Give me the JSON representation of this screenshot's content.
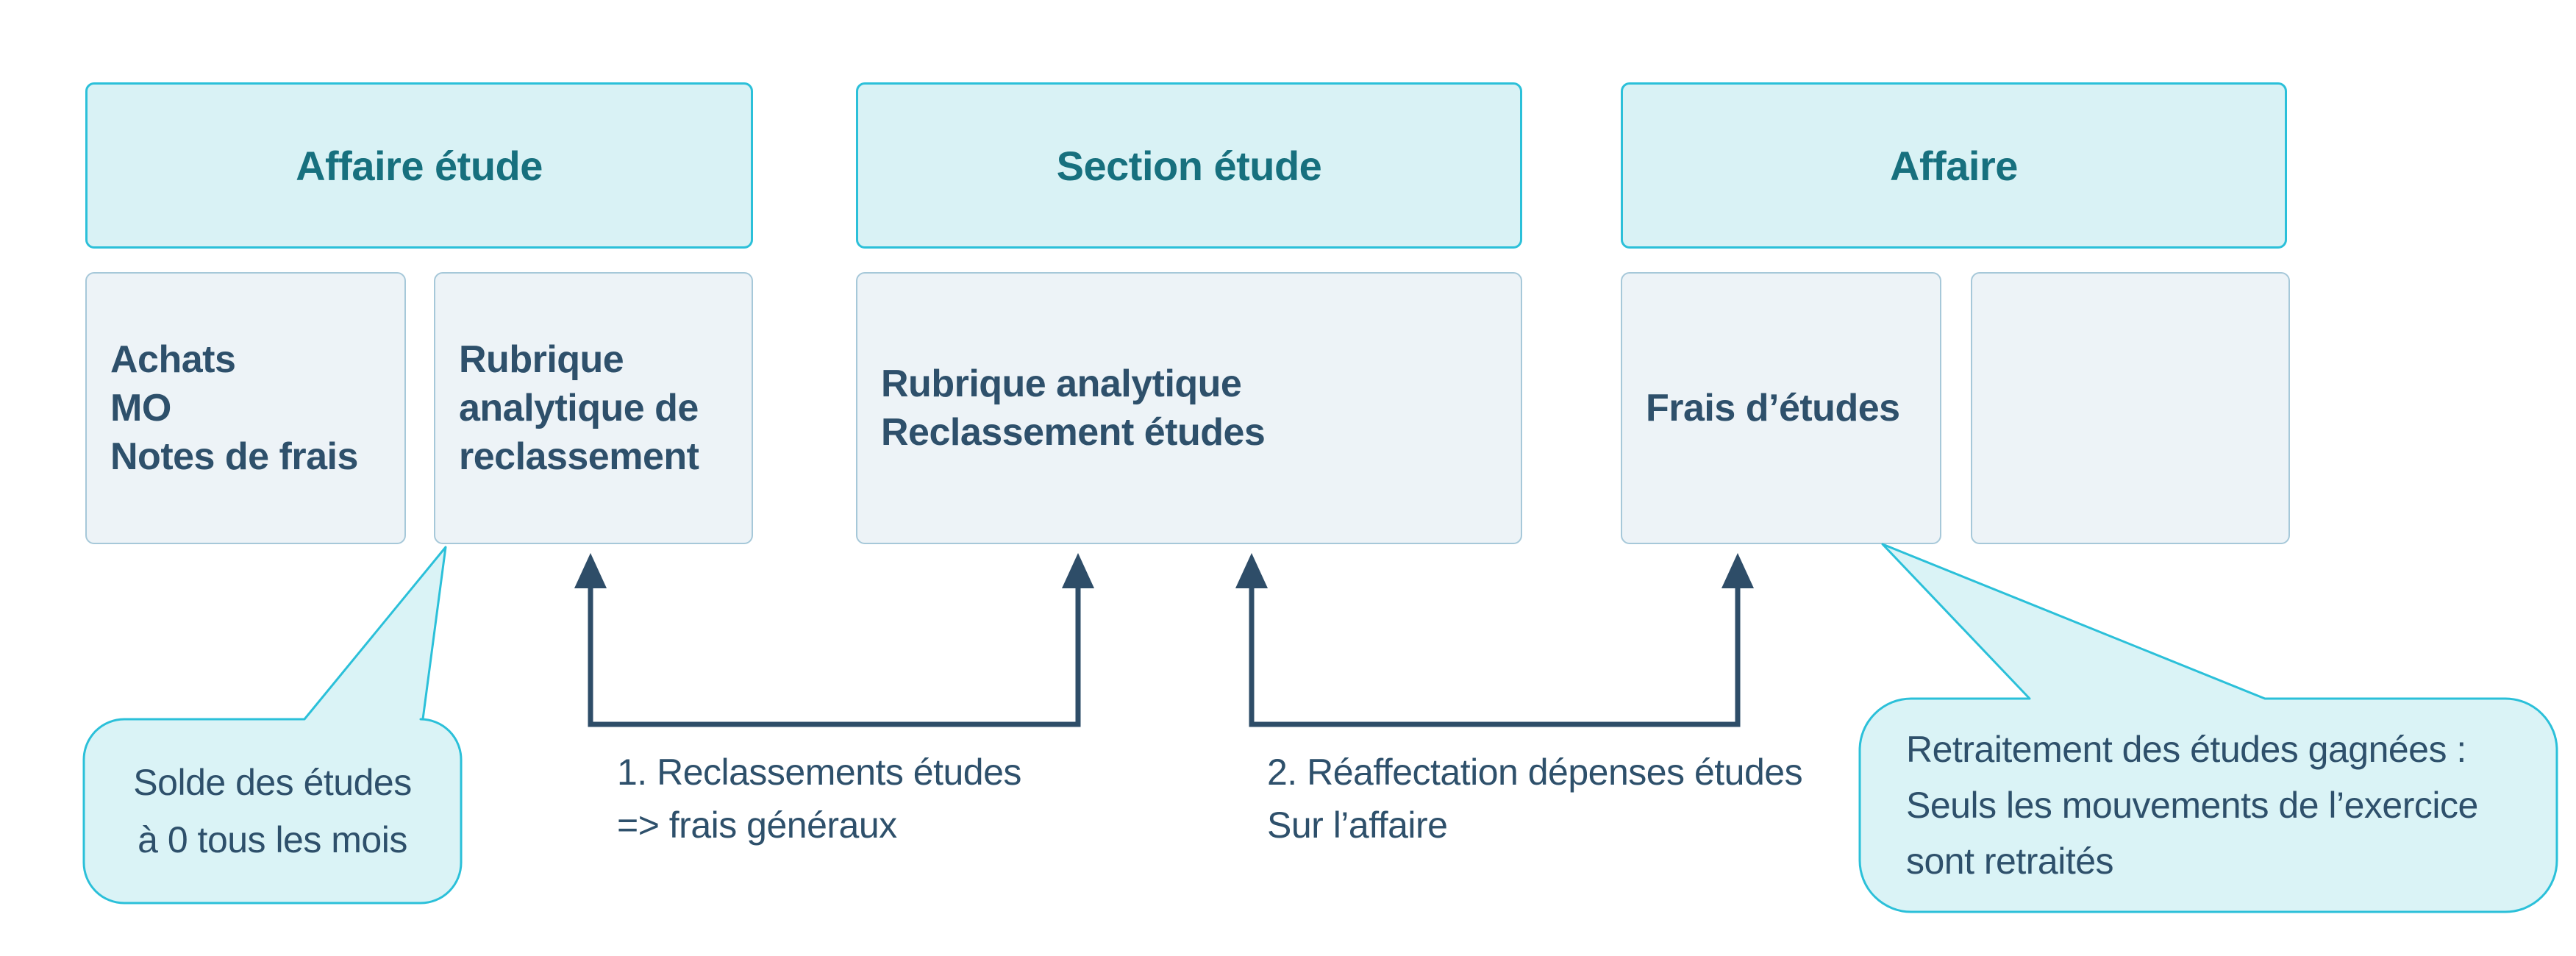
{
  "colors": {
    "accent_cyan_border": "#2bc0d9",
    "header_fill": "#d9f2f5",
    "header_text": "#17707e",
    "callout_fill": "#daf3f6",
    "box_fill": "#edf3f7",
    "box_border": "#a6c8d9",
    "dark_text": "#2e506b",
    "arrow": "#2e4d68"
  },
  "headers": [
    {
      "label": "Affaire étude"
    },
    {
      "label": "Section étude"
    },
    {
      "label": "Affaire"
    }
  ],
  "boxes": {
    "affaire_etude_items": {
      "lines": [
        "Achats",
        "MO",
        "Notes de frais"
      ]
    },
    "rubrique_reclassement": {
      "lines": [
        "Rubrique",
        "analytique de",
        "reclassement"
      ]
    },
    "section_rubrique": {
      "lines": [
        "Rubrique analytique",
        "Reclassement études"
      ]
    },
    "frais_etudes": {
      "lines": [
        "Frais d’études"
      ]
    },
    "empty_box": {
      "lines": []
    }
  },
  "flow_labels": [
    {
      "lines": [
        "1. Reclassements études",
        "=> frais généraux"
      ]
    },
    {
      "lines": [
        "2. Réaffectation dépenses études",
        "Sur l’affaire"
      ]
    }
  ],
  "callouts": {
    "left": {
      "lines": [
        "Solde des études",
        "à 0 tous les mois"
      ]
    },
    "right": {
      "lines": [
        "Retraitement des études gagnées :",
        "Seuls les mouvements de l’exercice",
        "sont retraités"
      ]
    }
  }
}
